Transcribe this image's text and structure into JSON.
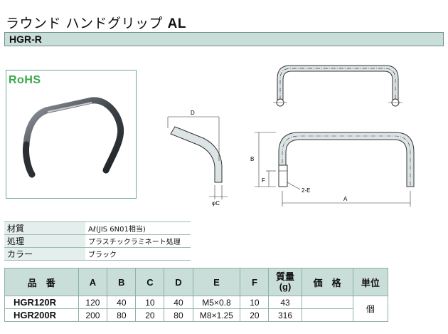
{
  "header": {
    "title_jp": "ラウンド ハンドグリップ",
    "title_al": "AL",
    "code": "HGR-R"
  },
  "badge": {
    "rohs": "RoHS"
  },
  "drawing": {
    "labels": {
      "d": "D",
      "b": "B",
      "f": "F",
      "a": "A",
      "phic": "φC",
      "e": "2-E"
    }
  },
  "spec": [
    {
      "key": "材質",
      "value": "Aℓ(JIS 6N01相当)"
    },
    {
      "key": "処理",
      "value": "プラスチックラミネート処理"
    },
    {
      "key": "カラー",
      "value": "ブラック"
    }
  ],
  "table": {
    "headers": {
      "part": "品　番",
      "a": "A",
      "b": "B",
      "c": "C",
      "d": "D",
      "e": "E",
      "f": "F",
      "weight": "質量\n(g)",
      "price": "価　格",
      "unit": "単位"
    },
    "rows": [
      {
        "part": "HGR120R",
        "a": "120",
        "b": "40",
        "c": "10",
        "d": "40",
        "e": "M5×0.8",
        "f": "10",
        "weight": "43"
      },
      {
        "part": "HGR200R",
        "a": "200",
        "b": "80",
        "c": "20",
        "d": "80",
        "e": "M8×1.25",
        "f": "20",
        "weight": "316"
      }
    ],
    "unit_value": "個"
  },
  "colors": {
    "accent": "#c9ddd9",
    "border": "#6f8f88",
    "rohs": "#3aa84a"
  }
}
